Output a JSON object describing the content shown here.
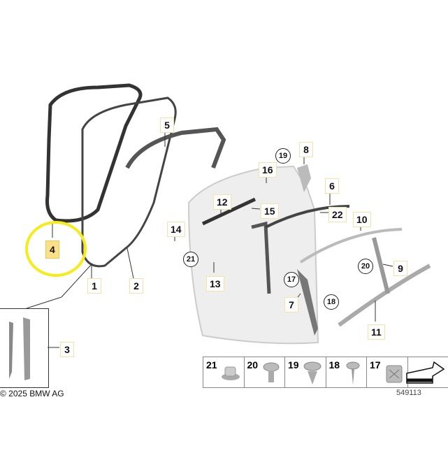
{
  "diagram": {
    "labels": [
      "1",
      "2",
      "3",
      "4",
      "5",
      "6",
      "7",
      "8",
      "9",
      "10",
      "11",
      "12",
      "13",
      "14",
      "15",
      "16",
      "17",
      "18",
      "19",
      "20",
      "21",
      "22"
    ],
    "highlighted": "4",
    "highlight_color": "#f6ec1c",
    "legend": [
      "21",
      "20",
      "19",
      "18",
      "17"
    ],
    "copyright": "© 2025 BMW AG",
    "diagram_id": "549113"
  }
}
